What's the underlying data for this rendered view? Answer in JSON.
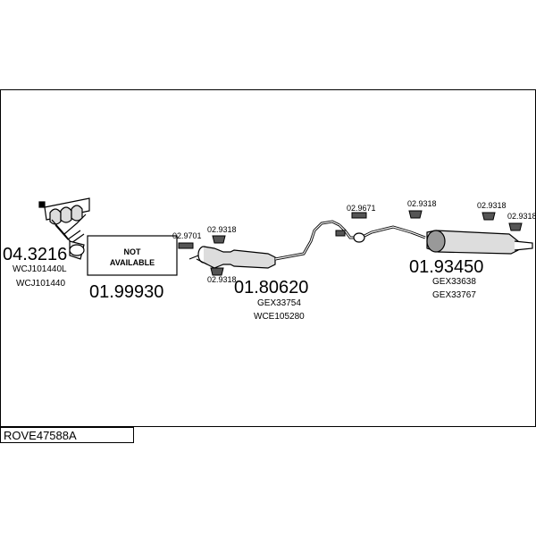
{
  "diagram": {
    "assembly_code": "ROVE47588A",
    "parts": {
      "manifold_number": "04.3216",
      "manifold_ref1": "WCJ101440L",
      "manifold_ref2": "WCJ101440",
      "not_available_line1": "NOT",
      "not_available_line2": "AVAILABLE",
      "not_available_number": "01.99930",
      "front_number": "01.80620",
      "front_ref1": "GEX33754",
      "front_ref2": "WCE105280",
      "rear_number": "01.93450",
      "rear_ref1": "GEX33638",
      "rear_ref2": "GEX33767"
    },
    "fittings": {
      "f1": "02.9701",
      "f2": "02.9318",
      "f3": "02.9318",
      "f4": "02.9671",
      "f5": "02.9318",
      "f6": "02.9318",
      "f7": "02.9318"
    }
  }
}
